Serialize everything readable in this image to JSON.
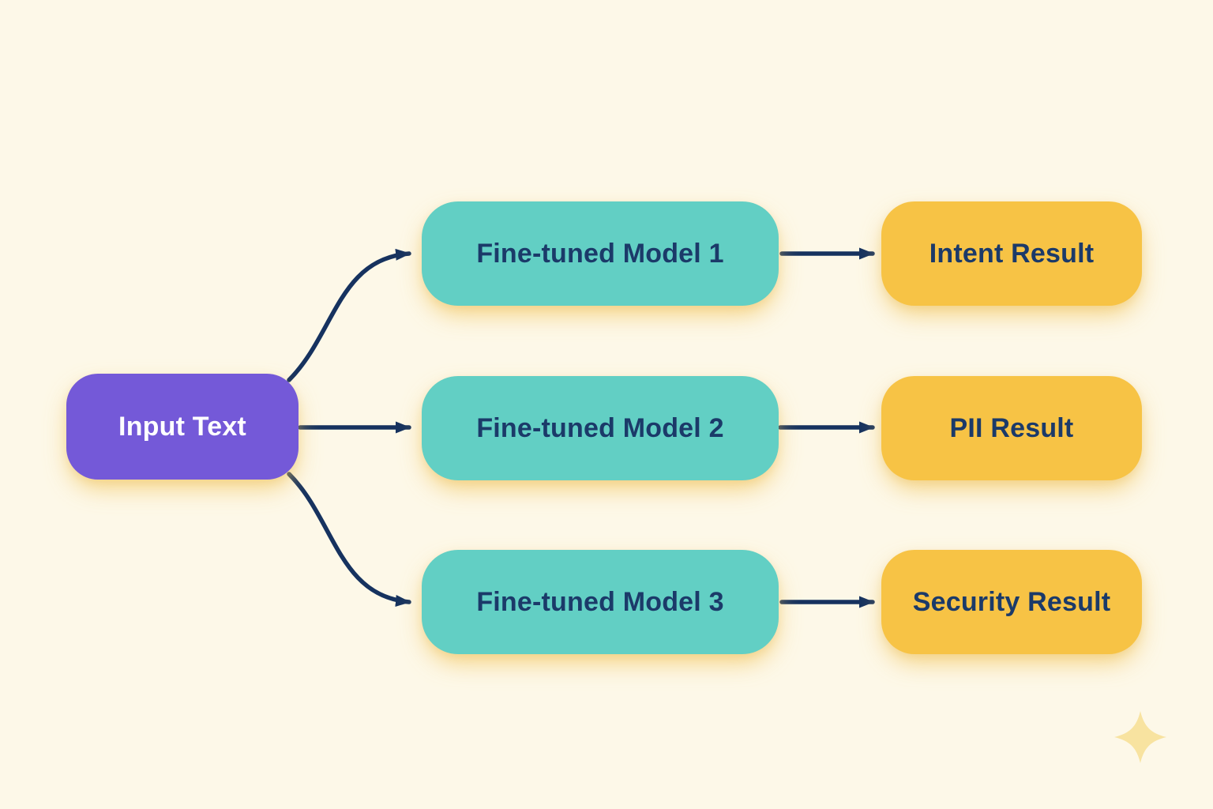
{
  "diagram": {
    "input": {
      "label": "Input Text"
    },
    "models": [
      {
        "label": "Fine-tuned Model 1"
      },
      {
        "label": "Fine-tuned Model 2"
      },
      {
        "label": "Fine-tuned Model 3"
      }
    ],
    "results": [
      {
        "label": "Intent Result"
      },
      {
        "label": "PII Result"
      },
      {
        "label": "Security Result"
      }
    ],
    "connections": [
      {
        "from": "Input Text",
        "to": "Fine-tuned Model 1"
      },
      {
        "from": "Input Text",
        "to": "Fine-tuned Model 2"
      },
      {
        "from": "Input Text",
        "to": "Fine-tuned Model 3"
      },
      {
        "from": "Fine-tuned Model 1",
        "to": "Intent Result"
      },
      {
        "from": "Fine-tuned Model 2",
        "to": "PII Result"
      },
      {
        "from": "Fine-tuned Model 3",
        "to": "Security Result"
      }
    ],
    "colors": {
      "background": "#fdf8e8",
      "input_node": "#7459d8",
      "model_node": "#62cfc4",
      "result_node": "#f7c345",
      "arrow": "#16325f",
      "text_light": "#ffffff",
      "text_dark": "#1b3a69",
      "sparkle": "#f8e3a0"
    }
  }
}
